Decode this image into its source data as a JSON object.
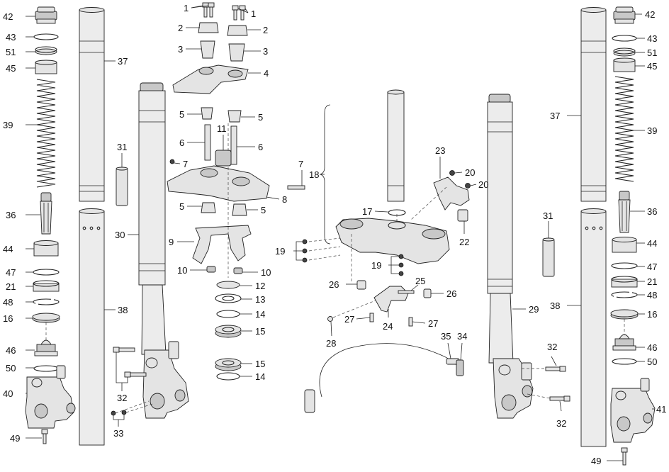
{
  "callouts": {
    "c1": "1",
    "c2": "2",
    "c3": "3",
    "c4": "4",
    "c5": "5",
    "c6": "6",
    "c7": "7",
    "c8": "8",
    "c9": "9",
    "c10": "10",
    "c11": "11",
    "c12": "12",
    "c13": "13",
    "c14": "14",
    "c15": "15",
    "c16": "16",
    "c17": "17",
    "c18": "18",
    "c19": "19",
    "c20": "20",
    "c21": "21",
    "c22": "22",
    "c23": "23",
    "c24": "24",
    "c25": "25",
    "c26": "26",
    "c27": "27",
    "c28": "28",
    "c29": "29",
    "c30": "30",
    "c31": "31",
    "c32": "32",
    "c33": "33",
    "c34": "34",
    "c35": "35",
    "c36": "36",
    "c37": "37",
    "c38": "38",
    "c39": "39",
    "c40": "40",
    "c41": "41",
    "c42": "42",
    "c43": "43",
    "c44": "44",
    "c45": "45",
    "c46": "46",
    "c47": "47",
    "c48": "48",
    "c49": "49",
    "c50": "50",
    "c51": "51"
  }
}
